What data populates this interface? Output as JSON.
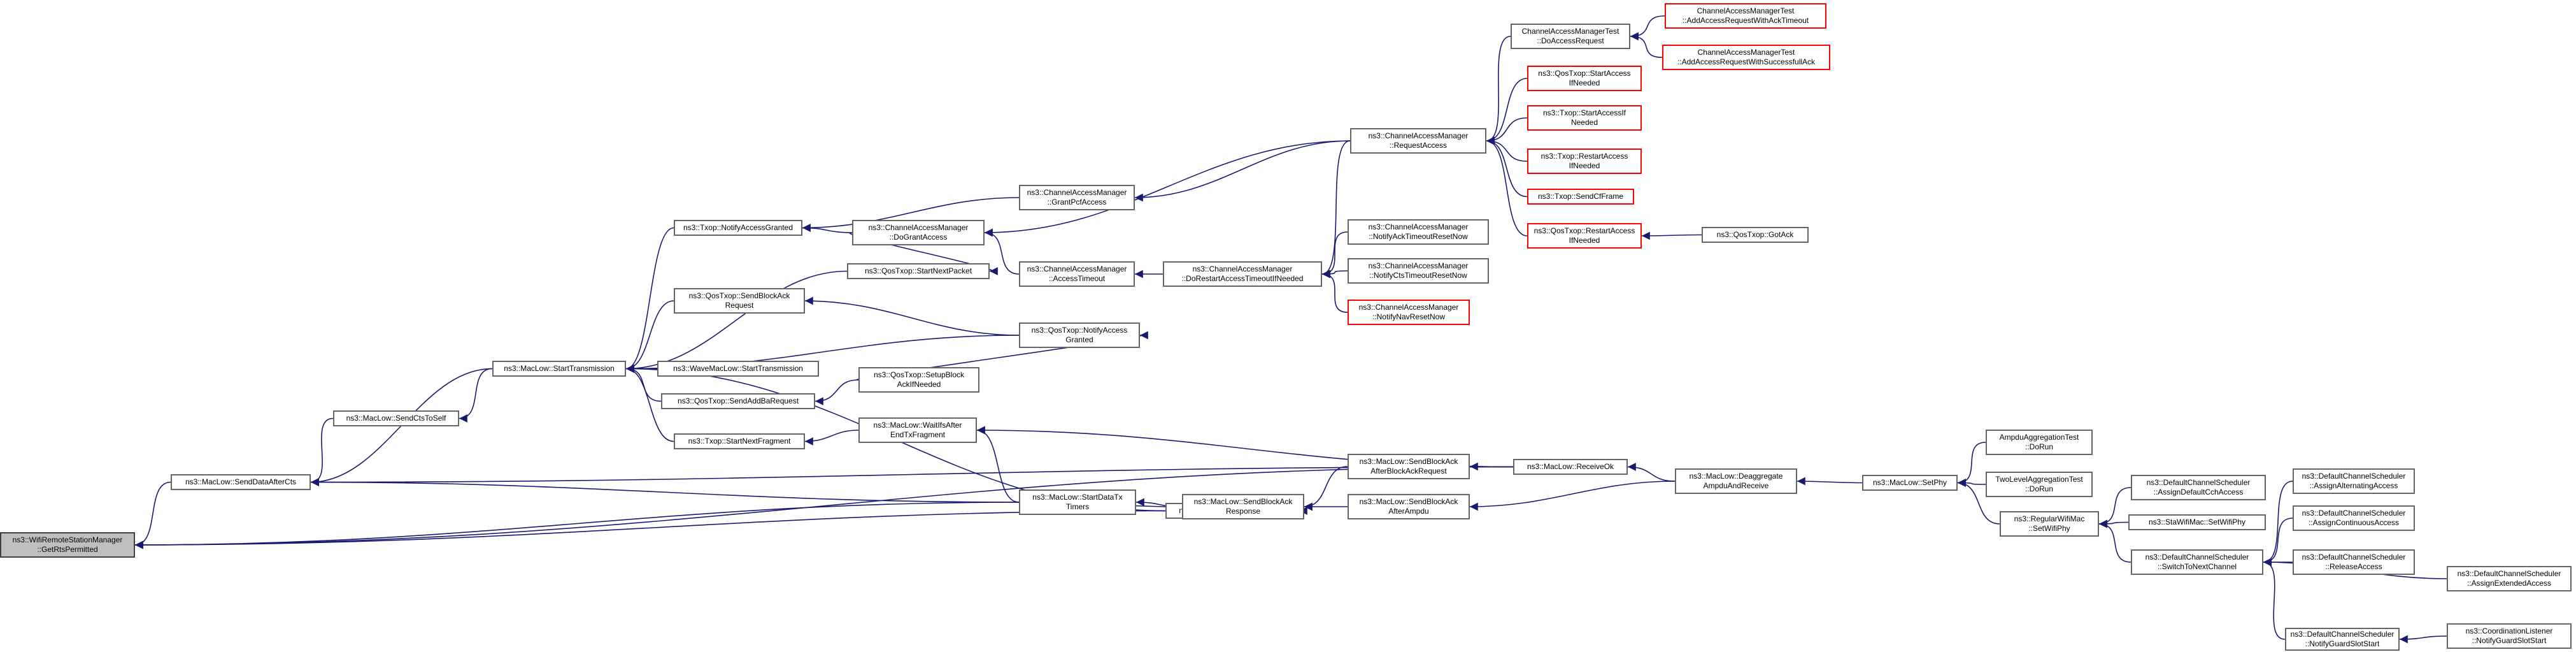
{
  "diagram": {
    "type": "call-graph",
    "nodes": [
      {
        "id": "getrts",
        "lines": [
          "ns3::WifiRemoteStationManager",
          "::GetRtsPermitted"
        ]
      },
      {
        "id": "senddataafterrts",
        "lines": [
          "ns3::MacLow::SendDataAfterCts"
        ]
      },
      {
        "id": "sendctstoself",
        "lines": [
          "ns3::MacLow::SendCtsToSelf"
        ]
      },
      {
        "id": "starttransmission",
        "lines": [
          "ns3::MacLow::StartTransmission"
        ]
      },
      {
        "id": "notifyaccessgranted",
        "lines": [
          "ns3::Txop::NotifyAccessGranted"
        ]
      },
      {
        "id": "qossendblockackreq",
        "lines": [
          "ns3::QosTxop::SendBlockAck",
          "Request"
        ]
      },
      {
        "id": "wavestarttx",
        "lines": [
          "ns3::WaveMacLow::StartTransmission"
        ]
      },
      {
        "id": "qossendaddba",
        "lines": [
          "ns3::QosTxop::SendAddBaRequest"
        ]
      },
      {
        "id": "txopstartnextfrag",
        "lines": [
          "ns3::Txop::StartNextFragment"
        ]
      },
      {
        "id": "dograntaccess",
        "lines": [
          "ns3::ChannelAccessManager",
          "::DoGrantAccess"
        ]
      },
      {
        "id": "qosstartnextpacket",
        "lines": [
          "ns3::QosTxop::StartNextPacket"
        ]
      },
      {
        "id": "accesstimeout",
        "lines": [
          "ns3::ChannelAccessManager",
          "::AccessTimeout"
        ]
      },
      {
        "id": "qosnotifyaccessgranted",
        "lines": [
          "ns3::QosTxop::NotifyAccess",
          "Granted"
        ]
      },
      {
        "id": "qossetupblockack",
        "lines": [
          "ns3::QosTxop::SetupBlock",
          "AckIfNeeded"
        ]
      },
      {
        "id": "waitifsafter",
        "lines": [
          "ns3::MacLow::WaitIfsAfter",
          "EndTxFragment"
        ]
      },
      {
        "id": "senddatapacket",
        "lines": [
          "ns3::MacLow::SendDataPacket"
        ]
      },
      {
        "id": "startdatatxtimers",
        "lines": [
          "ns3::MacLow::StartDataTx",
          "Timers"
        ]
      },
      {
        "id": "sendblockackresp",
        "lines": [
          "ns3::MacLow::SendBlockAck",
          "Response"
        ]
      },
      {
        "id": "grantpcfaccess",
        "lines": [
          "ns3::ChannelAccessManager",
          "::GrantPcfAccess"
        ]
      },
      {
        "id": "dorestartaccess",
        "lines": [
          "ns3::ChannelAccessManager",
          "::DoRestartAccessTimeoutIfNeeded"
        ]
      },
      {
        "id": "requestaccess",
        "lines": [
          "ns3::ChannelAccessManager",
          "::RequestAccess"
        ]
      },
      {
        "id": "notifyackreset",
        "lines": [
          "ns3::ChannelAccessManager",
          "::NotifyAckTimeoutResetNow"
        ]
      },
      {
        "id": "notifyctsreset",
        "lines": [
          "ns3::ChannelAccessManager",
          "::NotifyCtsTimeoutResetNow"
        ]
      },
      {
        "id": "notifynavreset",
        "lines": [
          "ns3::ChannelAccessManager",
          "::NotifyNavResetNow"
        ],
        "red": true
      },
      {
        "id": "sendblockackafterreq",
        "lines": [
          "ns3::MacLow::SendBlockAck",
          "AfterBlockAckRequest"
        ]
      },
      {
        "id": "sendblockackafterampdu",
        "lines": [
          "ns3::MacLow::SendBlockAck",
          "AfterAmpdu"
        ]
      },
      {
        "id": "receiveok",
        "lines": [
          "ns3::MacLow::ReceiveOk"
        ]
      },
      {
        "id": "catmdoaccess",
        "lines": [
          "ChannelAccessManagerTest",
          "::DoAccessRequest"
        ]
      },
      {
        "id": "qosstartaccess",
        "lines": [
          "ns3::QosTxop::StartAccess",
          "IfNeeded"
        ],
        "red": true
      },
      {
        "id": "txopstartaccess",
        "lines": [
          "ns3::Txop::StartAccessIf",
          "Needed"
        ],
        "red": true
      },
      {
        "id": "txoprestartaccess",
        "lines": [
          "ns3::Txop::RestartAccess",
          "IfNeeded"
        ],
        "red": true
      },
      {
        "id": "txopsendcf",
        "lines": [
          "ns3::Txop::SendCfFrame"
        ],
        "red": true
      },
      {
        "id": "qosrestartaccess",
        "lines": [
          "ns3::QosTxop::RestartAccess",
          "IfNeeded"
        ],
        "red": true
      },
      {
        "id": "deaggregate",
        "lines": [
          "ns3::MacLow::Deaggregate",
          "AmpduAndReceive"
        ]
      },
      {
        "id": "catmackto",
        "lines": [
          "ChannelAccessManagerTest",
          "::AddAccessRequestWithAckTimeout"
        ],
        "red": true
      },
      {
        "id": "catmsuccess",
        "lines": [
          "ChannelAccessManagerTest",
          "::AddAccessRequestWithSuccessfullAck"
        ],
        "red": true
      },
      {
        "id": "qosgotack",
        "lines": [
          "ns3::QosTxop::GotAck"
        ]
      },
      {
        "id": "setphy",
        "lines": [
          "ns3::MacLow::SetPhy"
        ]
      },
      {
        "id": "ampdutest",
        "lines": [
          "AmpduAggregationTest",
          "::DoRun"
        ]
      },
      {
        "id": "twoleveltest",
        "lines": [
          "TwoLevelAggregationTest",
          "::DoRun"
        ]
      },
      {
        "id": "regularsetwifiphy",
        "lines": [
          "ns3::RegularWifiMac",
          "::SetWifiPhy"
        ]
      },
      {
        "id": "stasetwifiphy",
        "lines": [
          "ns3::StaWifiMac::SetWifiPhy"
        ]
      },
      {
        "id": "assigndefaultcch",
        "lines": [
          "ns3::DefaultChannelScheduler",
          "::AssignDefaultCchAccess"
        ]
      },
      {
        "id": "switchtonext",
        "lines": [
          "ns3::DefaultChannelScheduler",
          "::SwitchToNextChannel"
        ]
      },
      {
        "id": "notifyguardslot",
        "lines": [
          "ns3::DefaultChannelScheduler",
          "::NotifyGuardSlotStart"
        ]
      },
      {
        "id": "assignalternating",
        "lines": [
          "ns3::DefaultChannelScheduler",
          "::AssignAlternatingAccess"
        ]
      },
      {
        "id": "assigncontinuous",
        "lines": [
          "ns3::DefaultChannelScheduler",
          "::AssignContinuousAccess"
        ]
      },
      {
        "id": "releaseaccess",
        "lines": [
          "ns3::DefaultChannelScheduler",
          "::ReleaseAccess"
        ]
      },
      {
        "id": "assignextended",
        "lines": [
          "ns3::DefaultChannelScheduler",
          "::AssignExtendedAccess"
        ]
      },
      {
        "id": "coordlistener",
        "lines": [
          "ns3::CoordinationListener",
          "::NotifyGuardSlotStart"
        ]
      }
    ],
    "edges": [
      [
        "senddataafterrts",
        "getrts"
      ],
      [
        "startdatatxtimers",
        "getrts"
      ],
      [
        "senddatapacket",
        "getrts"
      ],
      [
        "receiveok",
        "getrts"
      ],
      [
        "sendctstoself",
        "senddataafterrts"
      ],
      [
        "starttransmission",
        "senddataafterrts"
      ],
      [
        "startdatatxtimers",
        "senddataafterrts"
      ],
      [
        "receiveok",
        "senddataafterrts"
      ],
      [
        "starttransmission",
        "sendctstoself"
      ],
      [
        "notifyaccessgranted",
        "starttransmission"
      ],
      [
        "qossendblockackreq",
        "starttransmission"
      ],
      [
        "wavestarttx",
        "starttransmission"
      ],
      [
        "qossendaddba",
        "starttransmission"
      ],
      [
        "txopstartnextfrag",
        "starttransmission"
      ],
      [
        "qosstartnextpacket",
        "starttransmission"
      ],
      [
        "qosnotifyaccessgranted",
        "starttransmission"
      ],
      [
        "senddatapacket",
        "starttransmission"
      ],
      [
        "dograntaccess",
        "notifyaccessgranted"
      ],
      [
        "grantpcfaccess",
        "notifyaccessgranted"
      ],
      [
        "qosnotifyaccessgranted",
        "qossendblockackreq"
      ],
      [
        "qossetupblockack",
        "qossendaddba"
      ],
      [
        "waitifsafter",
        "txopstartnextfrag"
      ],
      [
        "requestaccess",
        "dograntaccess"
      ],
      [
        "accesstimeout",
        "dograntaccess"
      ],
      [
        "dograntaccess",
        "qosstartnextpacket"
      ],
      [
        "dorestartaccess",
        "accesstimeout"
      ],
      [
        "qossetupblockack",
        "qosnotifyaccessgranted"
      ],
      [
        "startdatatxtimers",
        "waitifsafter"
      ],
      [
        "receiveok",
        "waitifsafter"
      ],
      [
        "startdatatxtimers",
        "senddatapacket"
      ],
      [
        "sendblockackresp",
        "startdatatxtimers"
      ],
      [
        "sendblockackafterreq",
        "sendblockackresp"
      ],
      [
        "sendblockackafterampdu",
        "sendblockackresp"
      ],
      [
        "requestaccess",
        "grantpcfaccess"
      ],
      [
        "requestaccess",
        "dorestartaccess"
      ],
      [
        "notifyackreset",
        "dorestartaccess"
      ],
      [
        "notifyctsreset",
        "dorestartaccess"
      ],
      [
        "notifynavreset",
        "dorestartaccess"
      ],
      [
        "catmdoaccess",
        "requestaccess"
      ],
      [
        "qosstartaccess",
        "requestaccess"
      ],
      [
        "txopstartaccess",
        "requestaccess"
      ],
      [
        "txoprestartaccess",
        "requestaccess"
      ],
      [
        "txopsendcf",
        "requestaccess"
      ],
      [
        "qosrestartaccess",
        "requestaccess"
      ],
      [
        "receiveok",
        "sendblockackafterreq"
      ],
      [
        "deaggregate",
        "sendblockackafterampdu"
      ],
      [
        "deaggregate",
        "receiveok"
      ],
      [
        "catmackto",
        "catmdoaccess"
      ],
      [
        "catmsuccess",
        "catmdoaccess"
      ],
      [
        "qosgotack",
        "qosrestartaccess"
      ],
      [
        "setphy",
        "deaggregate"
      ],
      [
        "ampdutest",
        "setphy"
      ],
      [
        "twoleveltest",
        "setphy"
      ],
      [
        "regularsetwifiphy",
        "setphy"
      ],
      [
        "stasetwifiphy",
        "regularsetwifiphy"
      ],
      [
        "assigndefaultcch",
        "regularsetwifiphy"
      ],
      [
        "switchtonext",
        "regularsetwifiphy"
      ],
      [
        "notifyguardslot",
        "switchtonext"
      ],
      [
        "assignalternating",
        "switchtonext"
      ],
      [
        "assigncontinuous",
        "switchtonext"
      ],
      [
        "releaseaccess",
        "switchtonext"
      ],
      [
        "assignextended",
        "switchtonext"
      ],
      [
        "coordlistener",
        "notifyguardslot"
      ]
    ]
  }
}
